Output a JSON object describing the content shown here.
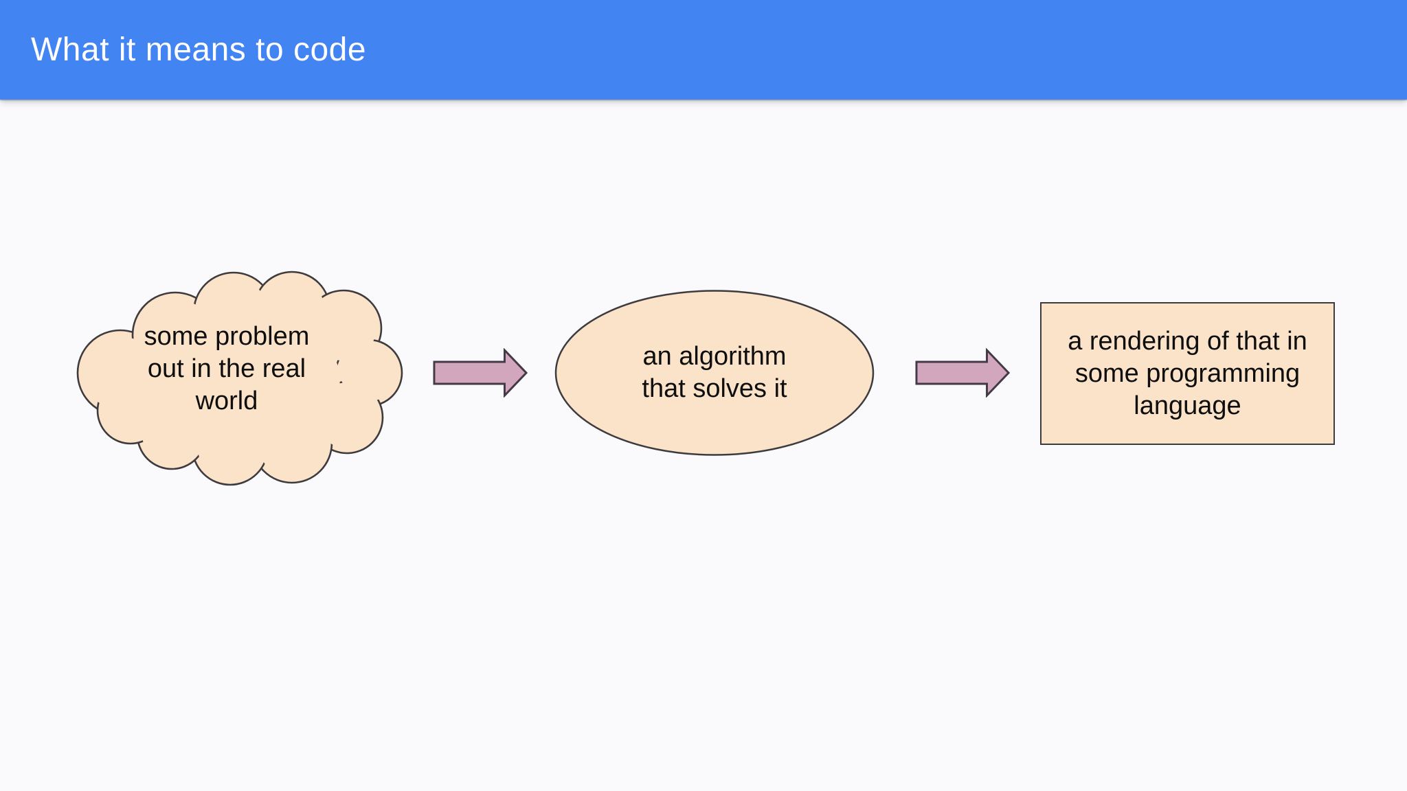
{
  "header": {
    "title": "What it means to code"
  },
  "diagram": {
    "nodes": [
      {
        "id": "problem",
        "shape": "cloud",
        "text": "some problem\nout in the real\nworld"
      },
      {
        "id": "algorithm",
        "shape": "ellipse",
        "text": "an algorithm\nthat solves it"
      },
      {
        "id": "code",
        "shape": "rectangle",
        "text": "a rendering of that in\nsome programming\nlanguage"
      }
    ],
    "connectors": [
      {
        "from": "problem",
        "to": "algorithm",
        "type": "block-arrow-right"
      },
      {
        "from": "algorithm",
        "to": "code",
        "type": "block-arrow-right"
      }
    ]
  },
  "colors": {
    "header_bg": "#4384F3",
    "canvas_bg": "#FAF9FB",
    "shape_fill": "#FBE3C9",
    "shape_stroke": "#3D3B3E",
    "arrow_fill": "#D2A6BC",
    "arrow_stroke": "#443A47",
    "text_color": "#0E0E0E",
    "title_color": "#FFFFFF"
  }
}
